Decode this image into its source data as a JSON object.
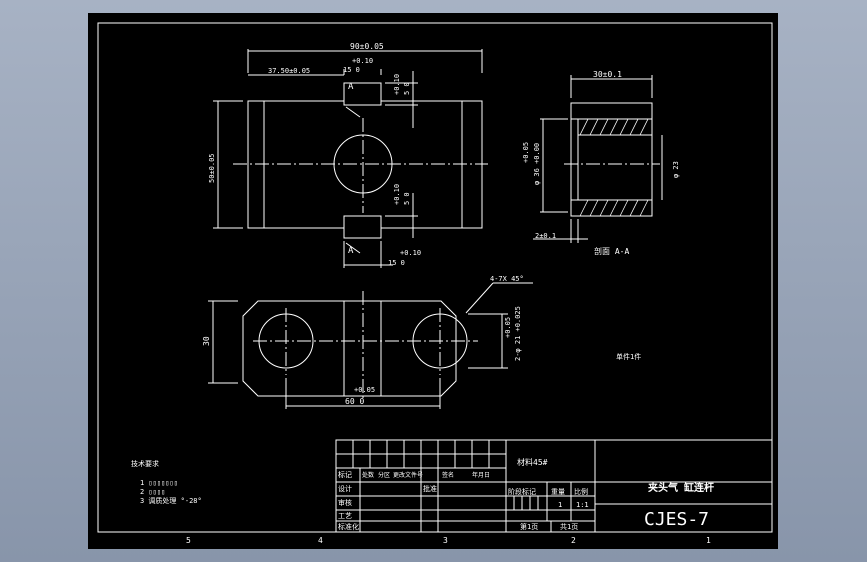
{
  "drawing": {
    "background": "#000000",
    "line_color": "#ffffff",
    "top_view": {
      "dim_overall_width": "90±0.05",
      "dim_offset": "37.50±0.05",
      "dim_slot_top": "+0.10",
      "dim_slot_15": "15  0",
      "dim_height": "50±0.05",
      "dim_slot_depth_a": "+0.10",
      "dim_slot_depth_b": "5  0",
      "dim_slot_depth2_a": "+0.10",
      "dim_slot_depth2_b": "5  0",
      "dim_slot_bottom_a": "+0.10",
      "dim_slot_bottom_b": "15  0",
      "section_label_top": "A",
      "section_label_bottom": "A"
    },
    "section_view": {
      "dim_width": "30±0.1",
      "dim_diameter_outer_a": "+0.05",
      "dim_diameter_outer_b": "φ 36 +0.00",
      "dim_diameter_inner": "φ 23",
      "dim_step": "2±0.1",
      "title": "剖面 A-A"
    },
    "front_view": {
      "dim_chamfer": "4-7X 45°",
      "dim_height": "30",
      "dim_bore_a": "+0.05",
      "dim_bore_b": "2-φ 21 +0.025",
      "dim_spacing_a": "+0.05",
      "dim_spacing_b": "60  0",
      "note_material": "单件1件"
    },
    "tech_notes": {
      "title": "技术要求",
      "items": [
        "1  ▯▯▯▯▯▯▯",
        "2  ▯▯▯▯",
        "3  调质处理  °-28°"
      ]
    },
    "zones": [
      "5",
      "4",
      "3",
      "2",
      "1"
    ]
  },
  "title_block": {
    "material": "材料45#",
    "part_name": "夹头气 缸连杆",
    "drawing_no": "CJES-7",
    "row_labels": [
      "标记",
      "设计",
      "审核",
      "工艺",
      "标准化"
    ],
    "header_cells": [
      "处数",
      "分区",
      "更改文件号",
      "签名",
      "年月日"
    ],
    "sign_label": "批准",
    "stage_label": "阶段标记",
    "weight_label": "重量",
    "scale_label": "比例",
    "scale_value": "1:1",
    "sheet_label": "第1页",
    "sheets_label": "共1页",
    "count_label": "1"
  }
}
